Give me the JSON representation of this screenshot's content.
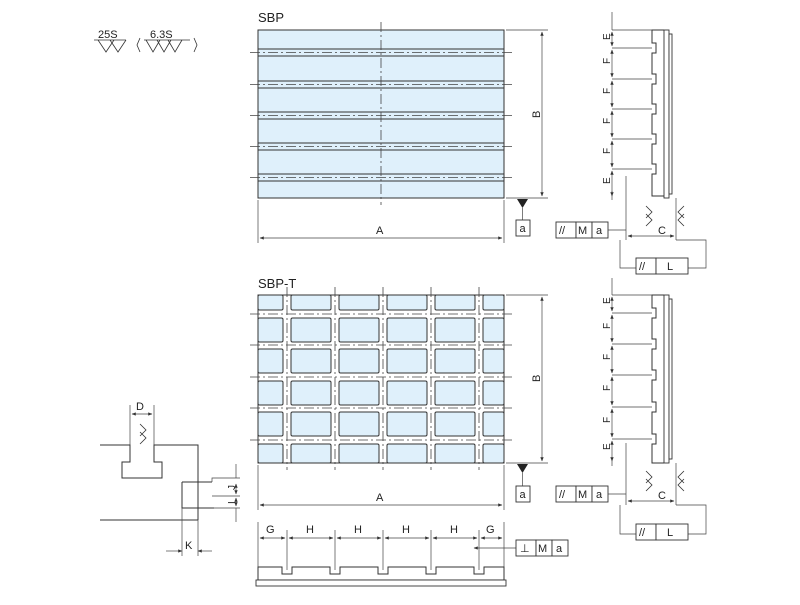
{
  "titles": {
    "sbp": "SBP",
    "sbpt": "SBP-T"
  },
  "surface_finish": {
    "rough": "25S",
    "fine": "6.3S"
  },
  "dims": {
    "A": "A",
    "B": "B",
    "C": "C",
    "D": "D",
    "E": "E",
    "F": "F",
    "G": "G",
    "H": "H",
    "I": "I",
    "J": "J",
    "K": "K",
    "L": "L"
  },
  "datum": "a",
  "tolerances": {
    "parallelism": {
      "symbol": "//",
      "letter": "M",
      "datum": "a"
    },
    "perpendicularity": {
      "symbol": "⊥",
      "letter": "M",
      "datum": "a"
    },
    "flat_parallel": {
      "symbol": "//",
      "letter": "L"
    }
  }
}
